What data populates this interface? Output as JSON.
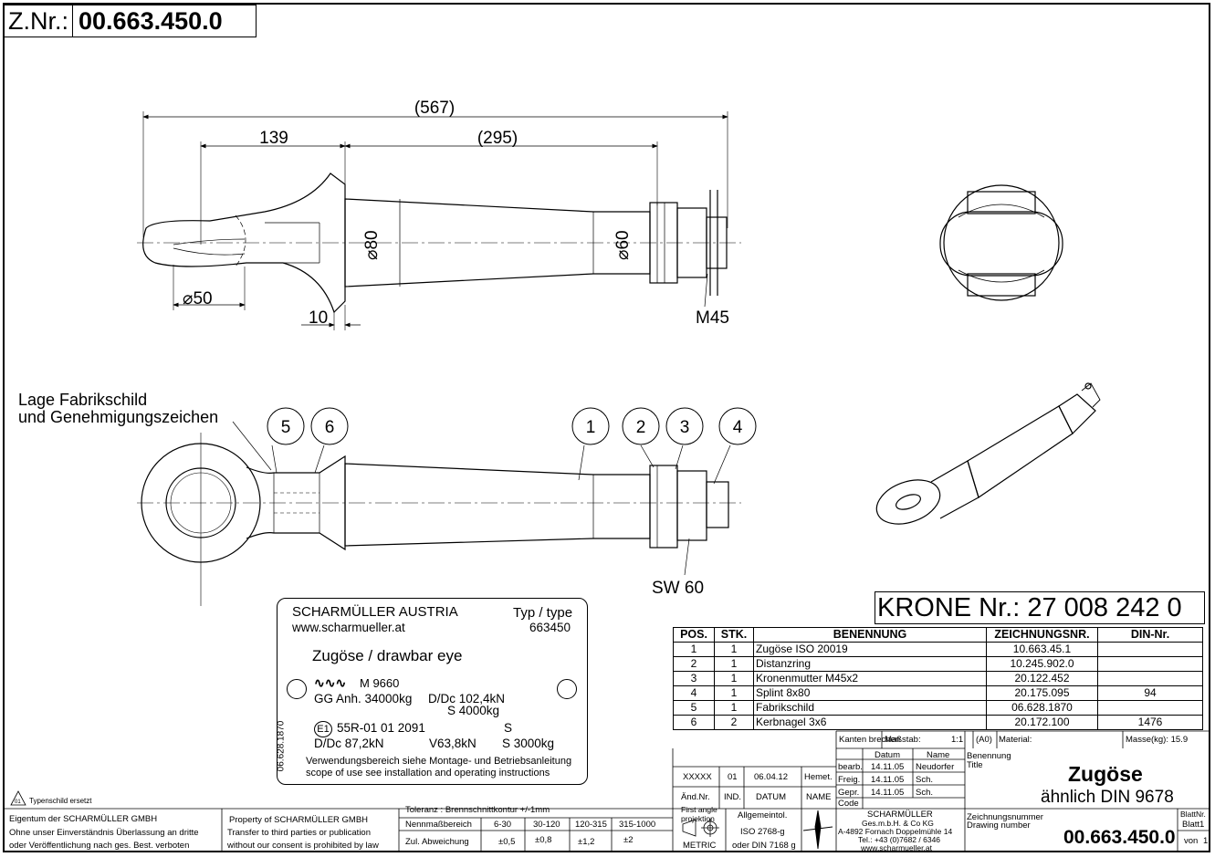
{
  "drawing": {
    "znr_label": "Z.Nr.:",
    "znr_value": "00.663.450.0",
    "krone": "KRONE Nr.: 27 008 242 0"
  },
  "dimensions": {
    "d567": "(567)",
    "d139": "139",
    "d295": "(295)",
    "phi80": "⌀80",
    "phi60": "⌀60",
    "phi50": "⌀50",
    "d10": "10",
    "m45": "M45",
    "sw60": "SW 60"
  },
  "notes": {
    "fabrikschild_line1": "Lage Fabrikschild",
    "fabrikschild_line2": "und Genehmigungszeichen",
    "typenschild": "Typenschild ersetzt",
    "rev_mark": "01"
  },
  "balloons": [
    "5",
    "6",
    "1",
    "2",
    "3",
    "4"
  ],
  "parts": {
    "headers": [
      "POS.",
      "STK.",
      "BENENNUNG",
      "ZEICHNUNGSNR.",
      "DIN-Nr."
    ],
    "rows": [
      [
        "1",
        "1",
        "Zugöse ISO 20019",
        "10.663.45.1",
        ""
      ],
      [
        "2",
        "1",
        "Distanzring",
        "10.245.902.0",
        ""
      ],
      [
        "3",
        "1",
        "Kronenmutter M45x2",
        "20.122.452",
        ""
      ],
      [
        "4",
        "1",
        "Splint 8x80",
        "20.175.095",
        "94"
      ],
      [
        "5",
        "1",
        "Fabrikschild",
        "06.628.1870",
        ""
      ],
      [
        "6",
        "2",
        "Kerbnagel 3x6",
        "20.172.100",
        "1476"
      ]
    ]
  },
  "plate": {
    "company": "SCHARMÜLLER AUSTRIA",
    "web": "www.scharmueller.at",
    "typ_label": "Typ / type",
    "typ_value": "663450",
    "title": "Zugöse / drawbar eye",
    "m": "M 9660",
    "gg": "GG Anh. 34000kg",
    "ddc1": "D/Dc 102,4kN",
    "s1": "S 4000kg",
    "e1": "E1",
    "approval": "55R-01 01 2091",
    "s_label": "S",
    "ddc2": "D/Dc 87,2kN",
    "v": "V63,8kN",
    "s2": "S 3000kg",
    "usage1": "Verwendungsbereich siehe Montage- und Betriebsanleitung",
    "usage2": "scope of use see installation and operating instructions",
    "vertical_no": "06.628.1870"
  },
  "titleblock": {
    "kanten": "Kanten brechen",
    "massstab_label": "Maßstab:",
    "massstab": "1:1",
    "format": "(A0)",
    "material": "Material:",
    "masse": "Masse(kg): 15.9",
    "datum_h": "Datum",
    "name_h": "Name",
    "bearb": "bearb.",
    "bearb_date": "14.11.05",
    "bearb_name": "Neudorfer",
    "freig": "Freig.",
    "freig_date": "14.11.05",
    "freig_name": "Sch.",
    "gepr": "Gepr.",
    "gepr_date": "14.11.05",
    "gepr_name": "Sch.",
    "code": "Code",
    "benennung": "Benennung",
    "title_label": "Title",
    "title1": "Zugöse",
    "title2": "ähnlich DIN 9678",
    "rev_xxxxx": "XXXXX",
    "rev_no": "01",
    "rev_date": "06.04.12",
    "rev_name": "Hemet.",
    "and_nr": "Änd.Nr.",
    "ind": "IND.",
    "datum": "DATUM",
    "name": "NAME",
    "first_angle1": "First angle",
    "first_angle2": "projektion",
    "metric": "METRIC",
    "allg1": "Allgemeintol.",
    "allg2": "ISO 2768-g",
    "allg3": "oder DIN 7168 g",
    "company1": "SCHARMÜLLER",
    "company2": "Ges.m.b.H. & Co KG",
    "company3": "A-4892 Fornach Doppelmühle 14",
    "company4": "Tel.: +43 (0)7682 / 6346",
    "company5": "www.scharmueller.at",
    "zn_label1": "Zeichnungsnummer",
    "zn_label2": "Drawing number",
    "zn_value": "00.663.450.0",
    "blatt1": "BlattNr.",
    "blatt2": "Blatt1",
    "von": "von",
    "von_n": "1",
    "prop_de1": "Eigentum der SCHARMÜLLER GMBH",
    "prop_de2": "Ohne unser Einverständnis Überlassung an dritte",
    "prop_de3": "oder Veröffentlichung nach ges. Best. verboten",
    "prop_en1": "Property of SCHARMÜLLER GMBH",
    "prop_en2": "Transfer to third parties or publication",
    "prop_en3": "without our consent is prohibited by law",
    "toleranz": "Toleranz : Brennschnittkontur +/-1mm",
    "nenn": "Nennmaßbereich",
    "zul": "Zul. Abweichung",
    "ranges": [
      "6-30",
      "30-120",
      "120-315",
      "315-1000"
    ],
    "devs": [
      "±0,5",
      "±0,8",
      "±1,2",
      "±2"
    ]
  }
}
